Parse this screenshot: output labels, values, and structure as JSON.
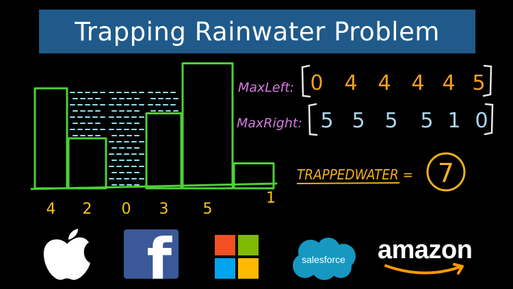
{
  "title": "Trapping Rainwater Problem",
  "heights": [
    4,
    2,
    0,
    3,
    5,
    1
  ],
  "max_left": {
    "label": "MaxLeft:",
    "values": [
      "0",
      "4",
      "4",
      "4",
      "4",
      "5"
    ]
  },
  "max_right": {
    "label": "MaxRight:",
    "values": [
      "5",
      "5",
      "5",
      "5",
      "1",
      "0"
    ]
  },
  "trapped": {
    "label": "TRAPPEDWATER =",
    "value": "7"
  },
  "logos": {
    "apple": "apple-logo",
    "facebook": {
      "text": "f"
    },
    "microsoft": "microsoft-logo",
    "salesforce": {
      "text": "salesforce"
    },
    "amazon": {
      "text": "amazon"
    }
  },
  "colors": {
    "bar_outline": "#4cd137",
    "water": "#8fe3f0",
    "height_labels": "#f5c518",
    "max_left_label": "#d77be0",
    "max_left_values": "#f0a020",
    "max_right_values": "#a8d6f0",
    "trapped": "#f0b020",
    "salesforce": "#1798c1",
    "ms_red": "#f25022",
    "ms_green": "#7fba00",
    "ms_blue": "#00a4ef",
    "ms_yellow": "#ffb900"
  }
}
